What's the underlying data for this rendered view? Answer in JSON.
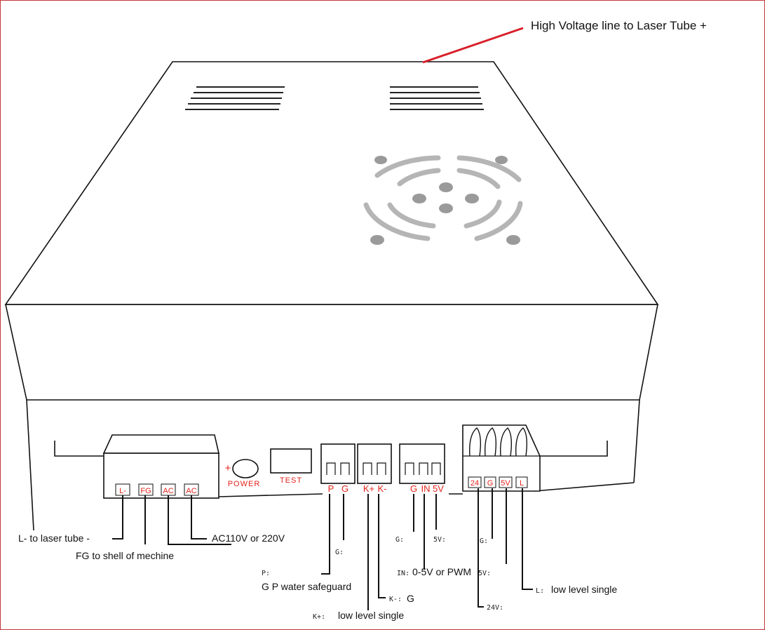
{
  "colors": {
    "frame": "#c3383c",
    "hv_line": "#d8202a",
    "terminal_text": "#e2231a",
    "ink": "#111111",
    "fan_gray": "#a9a9a9"
  },
  "top_annotation": {
    "text": "High Voltage line to Laser Tube +"
  },
  "panel": {
    "power_symbol": "+",
    "power_label": "POWER",
    "test_label": "TEST",
    "terminal_block": [
      "L-",
      "FG",
      "AC",
      "AC"
    ],
    "water_pins": [
      "P",
      "G"
    ],
    "k_pins": [
      "K+",
      "K-"
    ],
    "in_pins": [
      "G",
      "IN",
      "5V"
    ],
    "side_pins": [
      "24",
      "G",
      "5V",
      "L"
    ]
  },
  "callouts": {
    "l_minus": "L- to laser tube -",
    "fg": "FG to shell of mechine",
    "ac": "AC110V or 220V",
    "g_short": "G:",
    "p_short": "P:",
    "water": "G P water safeguard",
    "k_minus": "K-:",
    "k_minus_value": "G",
    "k_plus": "K+:",
    "k_plus_value": "low level single",
    "in_g": "G:",
    "in_5v": "5V:",
    "in_in": "IN:",
    "in_value": "0-5V or PWM",
    "side_g": "G:",
    "side_5v": "5V:",
    "side_l": "L:",
    "side_l_value": "low level single",
    "side_24v": "24V:"
  }
}
